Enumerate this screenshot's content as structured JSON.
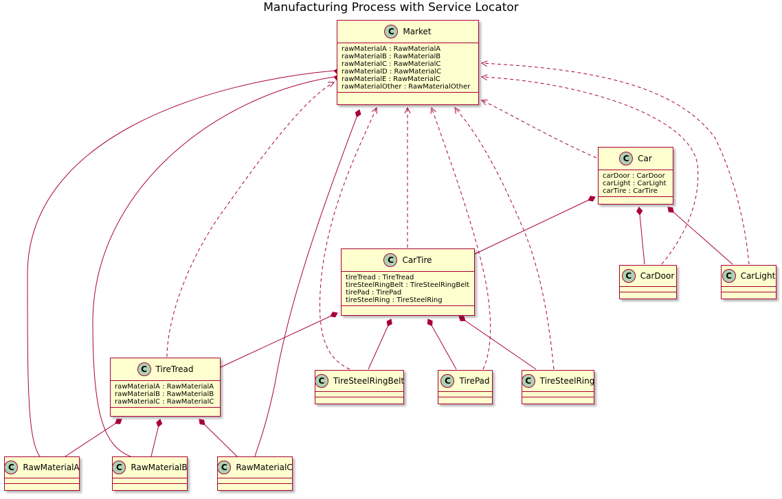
{
  "diagram": {
    "title": "Manufacturing Process with Service Locator",
    "stereotype_letter": "C",
    "colors": {
      "class_fill": "#fefece",
      "class_border": "#a80036",
      "badge_fill": "#add1b2",
      "edge": "#a80036"
    },
    "classes": {
      "market": {
        "name": "Market",
        "attributes": [
          "rawMaterialA : RawMaterialA",
          "rawMaterialB : RawMaterialB",
          "rawMaterialC : RawMaterialC",
          "rawMaterialD : RawMaterialC",
          "rawMaterialE : RawMaterialC",
          "rawMaterialOther : RawMaterialOther"
        ]
      },
      "car": {
        "name": "Car",
        "attributes": [
          "carDoor : CarDoor",
          "carLight : CarLight",
          "carTire : CarTire"
        ]
      },
      "cartire": {
        "name": "CarTire",
        "attributes": [
          "tireTread : TireTread",
          "tireSteelRingBelt : TireSteelRingBelt",
          "tirePad : TirePad",
          "tireSteelRing : TireSteelRing"
        ]
      },
      "tiretread": {
        "name": "TireTread",
        "attributes": [
          "rawMaterialA : RawMaterialA",
          "rawMaterialB : RawMaterialB",
          "rawMaterialC : RawMaterialC"
        ]
      },
      "cardoor": {
        "name": "CarDoor",
        "attributes": []
      },
      "carlight": {
        "name": "CarLight",
        "attributes": []
      },
      "tiresteelringbelt": {
        "name": "TireSteelRingBelt",
        "attributes": []
      },
      "tirepad": {
        "name": "TirePad",
        "attributes": []
      },
      "tiresteelring": {
        "name": "TireSteelRing",
        "attributes": []
      },
      "rawmateriala": {
        "name": "RawMaterialA",
        "attributes": []
      },
      "rawmaterialb": {
        "name": "RawMaterialB",
        "attributes": []
      },
      "rawmaterialc": {
        "name": "RawMaterialC",
        "attributes": []
      }
    },
    "relations": [
      {
        "from": "market",
        "to": "rawmateriala",
        "type": "composition"
      },
      {
        "from": "market",
        "to": "rawmaterialb",
        "type": "composition"
      },
      {
        "from": "market",
        "to": "rawmaterialc",
        "type": "composition"
      },
      {
        "from": "tiretread",
        "to": "market",
        "type": "dependency"
      },
      {
        "from": "tiresteelringbelt",
        "to": "market",
        "type": "dependency"
      },
      {
        "from": "cartire",
        "to": "market",
        "type": "dependency"
      },
      {
        "from": "tirepad",
        "to": "market",
        "type": "dependency"
      },
      {
        "from": "tiresteelring",
        "to": "market",
        "type": "dependency"
      },
      {
        "from": "car",
        "to": "market",
        "type": "dependency"
      },
      {
        "from": "cardoor",
        "to": "market",
        "type": "dependency"
      },
      {
        "from": "carlight",
        "to": "market",
        "type": "dependency"
      },
      {
        "from": "car",
        "to": "cartire",
        "type": "composition"
      },
      {
        "from": "car",
        "to": "cardoor",
        "type": "composition"
      },
      {
        "from": "car",
        "to": "carlight",
        "type": "composition"
      },
      {
        "from": "cartire",
        "to": "tiretread",
        "type": "composition"
      },
      {
        "from": "cartire",
        "to": "tiresteelringbelt",
        "type": "composition"
      },
      {
        "from": "cartire",
        "to": "tirepad",
        "type": "composition"
      },
      {
        "from": "cartire",
        "to": "tiresteelring",
        "type": "composition"
      },
      {
        "from": "tiretread",
        "to": "rawmateriala",
        "type": "composition"
      },
      {
        "from": "tiretread",
        "to": "rawmaterialb",
        "type": "composition"
      },
      {
        "from": "tiretread",
        "to": "rawmaterialc",
        "type": "composition"
      }
    ]
  }
}
